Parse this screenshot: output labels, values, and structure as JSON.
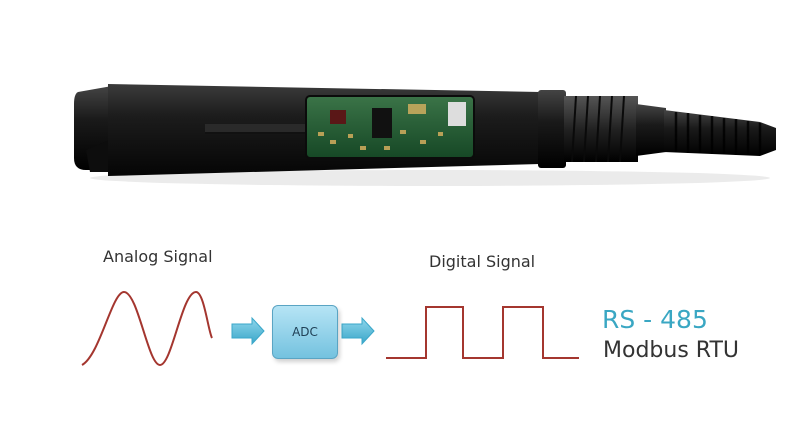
{
  "labels": {
    "analog": "Analog Signal",
    "digital": "Digital Signal",
    "adc": "ADC",
    "protocol": "RS - 485",
    "modbus": "Modbus RTU"
  },
  "colors": {
    "waveform": "#a4362f",
    "arrow": "#4fb4d5",
    "protocol_text": "#3aa7c3",
    "text": "#333333"
  },
  "icons": {
    "sensor": "ph-probe-sensor-illustration",
    "arrow": "right-arrow-icon"
  }
}
